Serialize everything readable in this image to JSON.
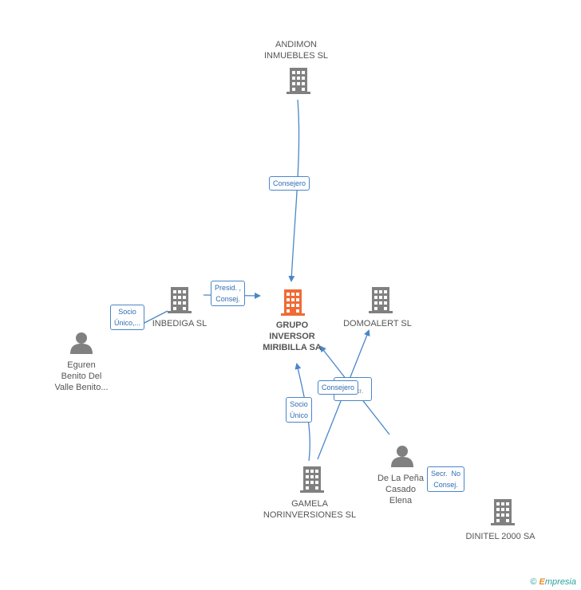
{
  "colors": {
    "edge": "#4a86c8",
    "company_icon": "#808080",
    "center_icon": "#f06a35",
    "person_icon": "#808080",
    "label_text": "#555555"
  },
  "nodes": {
    "andimon": {
      "line1": "ANDIMON",
      "line2": "INMUEBLES  SL",
      "icon": "building-icon"
    },
    "inbediga": {
      "line1": "INBEDIGA SL",
      "icon": "building-icon"
    },
    "grupo": {
      "line1": "GRUPO",
      "line2": "INVERSOR",
      "line3": "MIRIBILLA SA",
      "icon": "building-icon"
    },
    "domoalert": {
      "line1": "DOMOALERT SL",
      "icon": "building-icon"
    },
    "eguren": {
      "line1": "Eguren",
      "line2": "Benito Del",
      "line3": "Valle Benito...",
      "icon": "person-icon"
    },
    "delapena": {
      "line1": "De La Peña",
      "line2": "Casado",
      "line3": "Elena",
      "icon": "person-icon"
    },
    "gamela": {
      "line1": "GAMELA",
      "line2": "NORINVERSIONES SL",
      "icon": "building-icon"
    },
    "dinitel": {
      "line1": "DINITEL 2000 SA",
      "icon": "building-icon"
    }
  },
  "edges": {
    "consejero_top": "Consejero",
    "presid": "Presid. ,\nConsej.",
    "socio_unico_eguren": "Socio\nÚnico,...",
    "socio_unico_gamela": "Socio\nÚnico",
    "consejero_gamela": "Consejero",
    "secr_hidden": "Secr.",
    "secr_no_consej": "Secr.  No\nConsej."
  },
  "footer": {
    "copyright": "©",
    "brand_e": "E",
    "brand_rest": "mpresia"
  }
}
